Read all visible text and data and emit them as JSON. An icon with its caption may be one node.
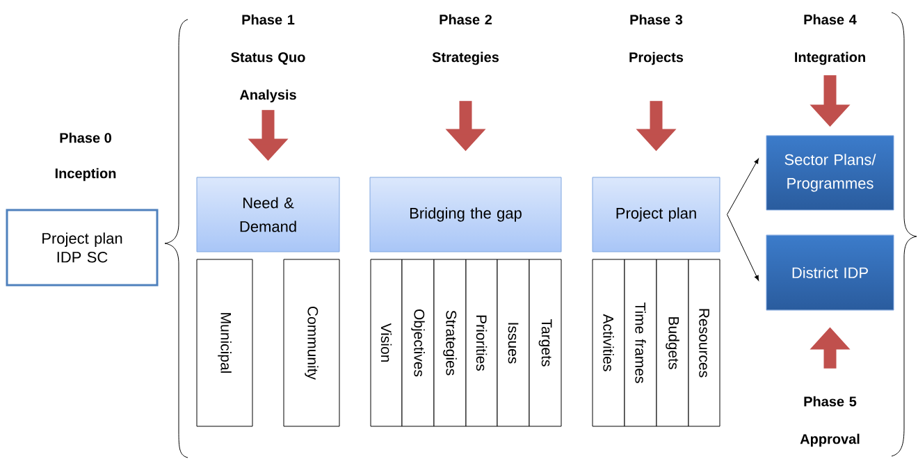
{
  "diagram": {
    "nodes": [
      {
        "text": [
          "Project plan IDP SC"
        ]
      },
      {
        "text": [
          "Phase 1",
          "Status Quo Analysis"
        ]
      },
      {
        "text": [
          "Phase 2",
          "Strategies"
        ]
      },
      {
        "text": [
          "Phase 3",
          "Projects"
        ]
      },
      {
        "text": [
          "Phase 4",
          "Integration"
        ]
      },
      {
        "text": [
          "Need & Demand"
        ]
      },
      {
        "text": [
          "Bridging the gap"
        ]
      },
      {
        "text": [
          "Project plan"
        ]
      },
      {
        "text": [
          "Sector Plans/ Programmes"
        ]
      },
      {
        "text": [
          "District IDP"
        ]
      },
      {
        "text": [
          "Phase 5",
          "Approval"
        ]
      },
      {
        "text": [
          "Municipal"
        ]
      },
      {
        "text": [
          "Community"
        ]
      },
      {
        "text": [
          "Vision"
        ]
      },
      {
        "text": [
          "Objectives"
        ]
      },
      {
        "text": [
          "Strategies"
        ]
      },
      {
        "text": [
          "Priorities"
        ]
      },
      {
        "text": [
          "Issues"
        ]
      },
      {
        "text": [
          "Targets"
        ]
      },
      {
        "text": [
          "Activities"
        ]
      },
      {
        "text": [
          "Time frames"
        ]
      },
      {
        "text": [
          "Budgets"
        ]
      },
      {
        "text": [
          "Resources"
        ]
      }
    ],
    "edges": [
      {
        "from": 1,
        "to": 5,
        "arrow": "to"
      },
      {
        "from": 2,
        "to": 6,
        "arrow": "to"
      },
      {
        "from": 3,
        "to": 7,
        "arrow": "to"
      },
      {
        "from": 4,
        "to": 8,
        "arrow": "to"
      },
      {
        "from": 10,
        "to": 9,
        "arrow": "to"
      },
      {
        "from": 7,
        "to": 8,
        "arrow": "to",
        "color": "#000000"
      },
      {
        "from": 7,
        "to": 9,
        "arrow": "to",
        "color": "#000000"
      }
    ],
    "labels": [
      "Phase 0",
      "Inception"
    ]
  }
}
